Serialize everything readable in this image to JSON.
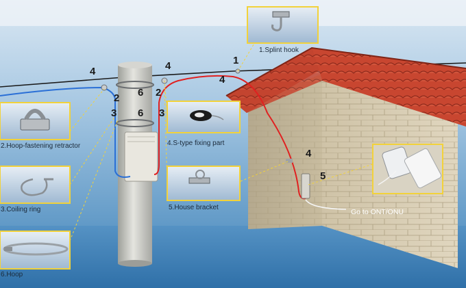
{
  "header": {
    "watermark": ""
  },
  "callouts": {
    "splint_hook": "1.Splint hook",
    "hoop_retractor": "2.Hoop-fastening retractor",
    "coiling_ring": "3.Coiling ring",
    "hoop": "6.Hoop",
    "s_type": "4.S-type fixing part",
    "house_bracket": "5.House bracket"
  },
  "diagram_numbers": {
    "n1": "1",
    "n2a": "2",
    "n2b": "2",
    "n3a": "3",
    "n3b": "3",
    "n4a": "4",
    "n4b": "4",
    "n4c": "4",
    "n4d": "4",
    "n5": "5",
    "n6a": "6",
    "n6b": "6"
  },
  "labels": {
    "ont": "Go to ONT/ONU"
  },
  "colors": {
    "sky_top": "#c7dced",
    "sky_bottom": "#3f85bb",
    "callout_border": "#f2d23a",
    "roof": "#c7432e",
    "wall": "#d9cdb2",
    "pole": "#cfd0cb",
    "drop_cable_red": "#e02020",
    "drop_cable_blue": "#2a6fd6"
  }
}
